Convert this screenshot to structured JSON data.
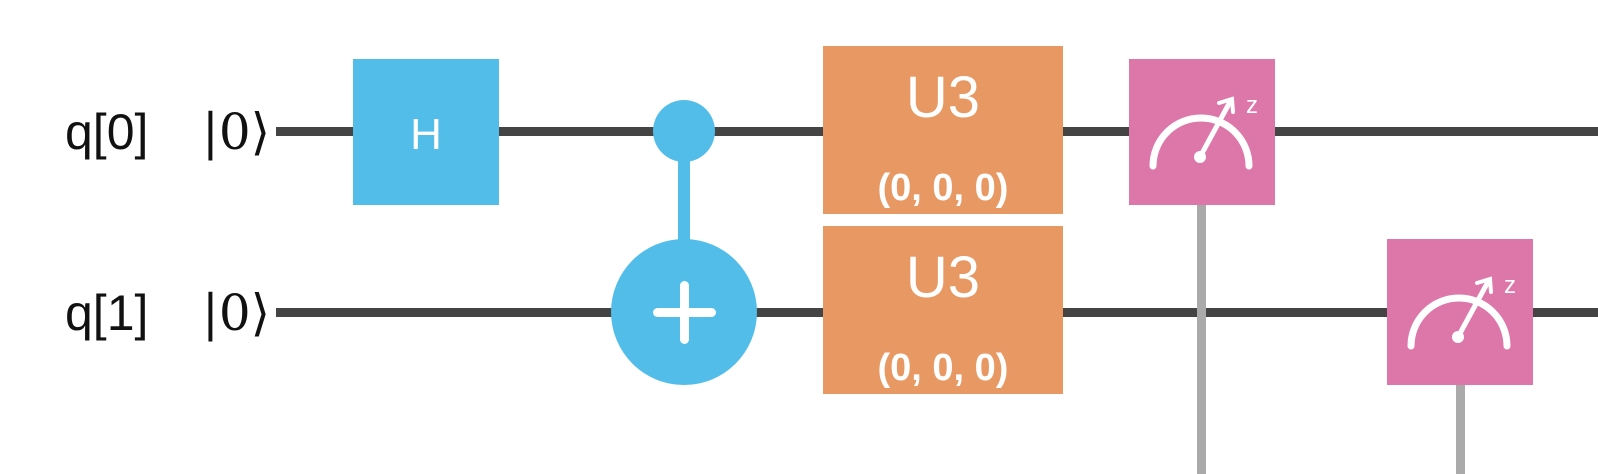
{
  "qubits": [
    {
      "label": "q[0]",
      "ket": "|0⟩"
    },
    {
      "label": "q[1]",
      "ket": "|0⟩"
    }
  ],
  "gates": {
    "h": {
      "label": "H"
    },
    "u3_q0": {
      "label": "U3",
      "params": "(0, 0, 0)"
    },
    "u3_q1": {
      "label": "U3",
      "params": "(0, 0, 0)"
    },
    "measure_q0": {
      "basis": "z"
    },
    "measure_q1": {
      "basis": "z"
    }
  },
  "colors": {
    "wire": "#444444",
    "hadamard": "#53bdea",
    "cnot": "#53bdea",
    "u3": "#e89862",
    "measure": "#de77a9",
    "classical_line": "#aaaaaa",
    "gate_text": "#ffffff",
    "label_text": "#111111"
  }
}
